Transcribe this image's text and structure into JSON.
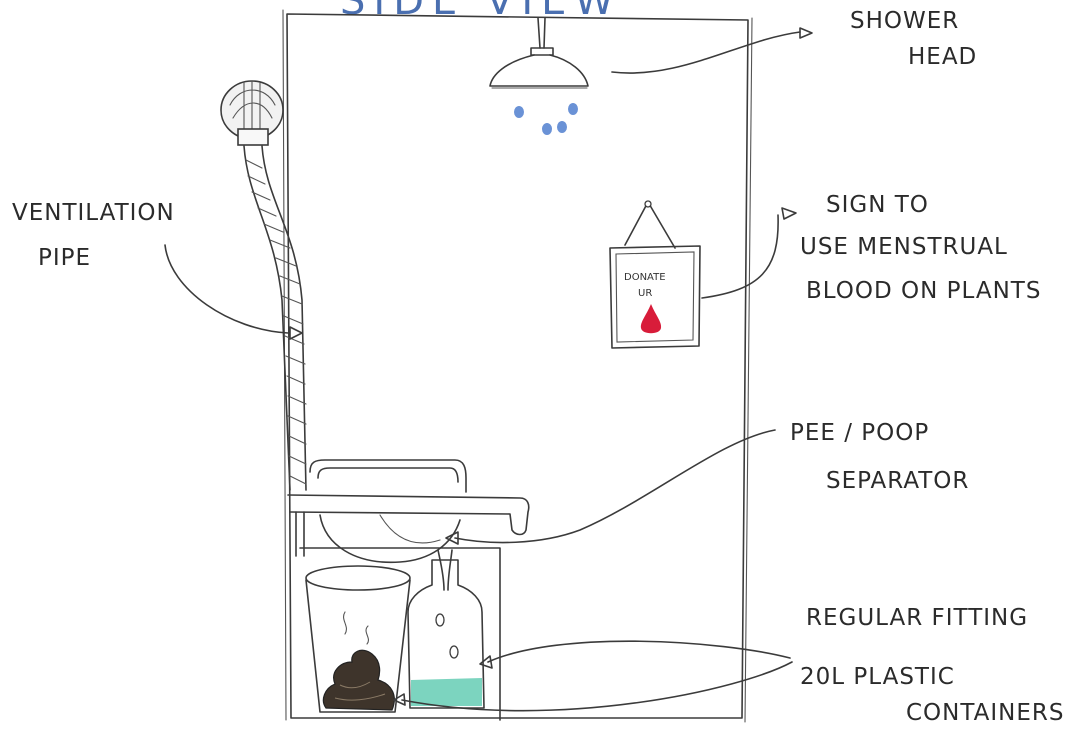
{
  "title": "SIDE VIEW",
  "labels": {
    "shower_head": [
      "SHOWER",
      "HEAD"
    ],
    "ventilation": [
      "VENTILATION",
      "PIPE"
    ],
    "sign": [
      "SIGN TO",
      "USE MENSTRUAL",
      "BLOOD ON PLANTS"
    ],
    "separator": [
      "PEE / POOP",
      "SEPARATOR"
    ],
    "regular": "REGULAR FITTING",
    "containers": [
      "20L PLASTIC",
      "CONTAINERS"
    ]
  },
  "sign_text": [
    "DONATE",
    "UR"
  ],
  "colors": {
    "ink": "#3b3b3b",
    "water_drop": "#6a92d6",
    "blood_drop": "#d81c3a",
    "liquid": "#6ecfb8",
    "poop": "#3e342b",
    "title": "#4a6fb0"
  },
  "icons": [
    "shower-head-icon",
    "vent-cap-icon",
    "poop-icon",
    "drop-icon"
  ]
}
